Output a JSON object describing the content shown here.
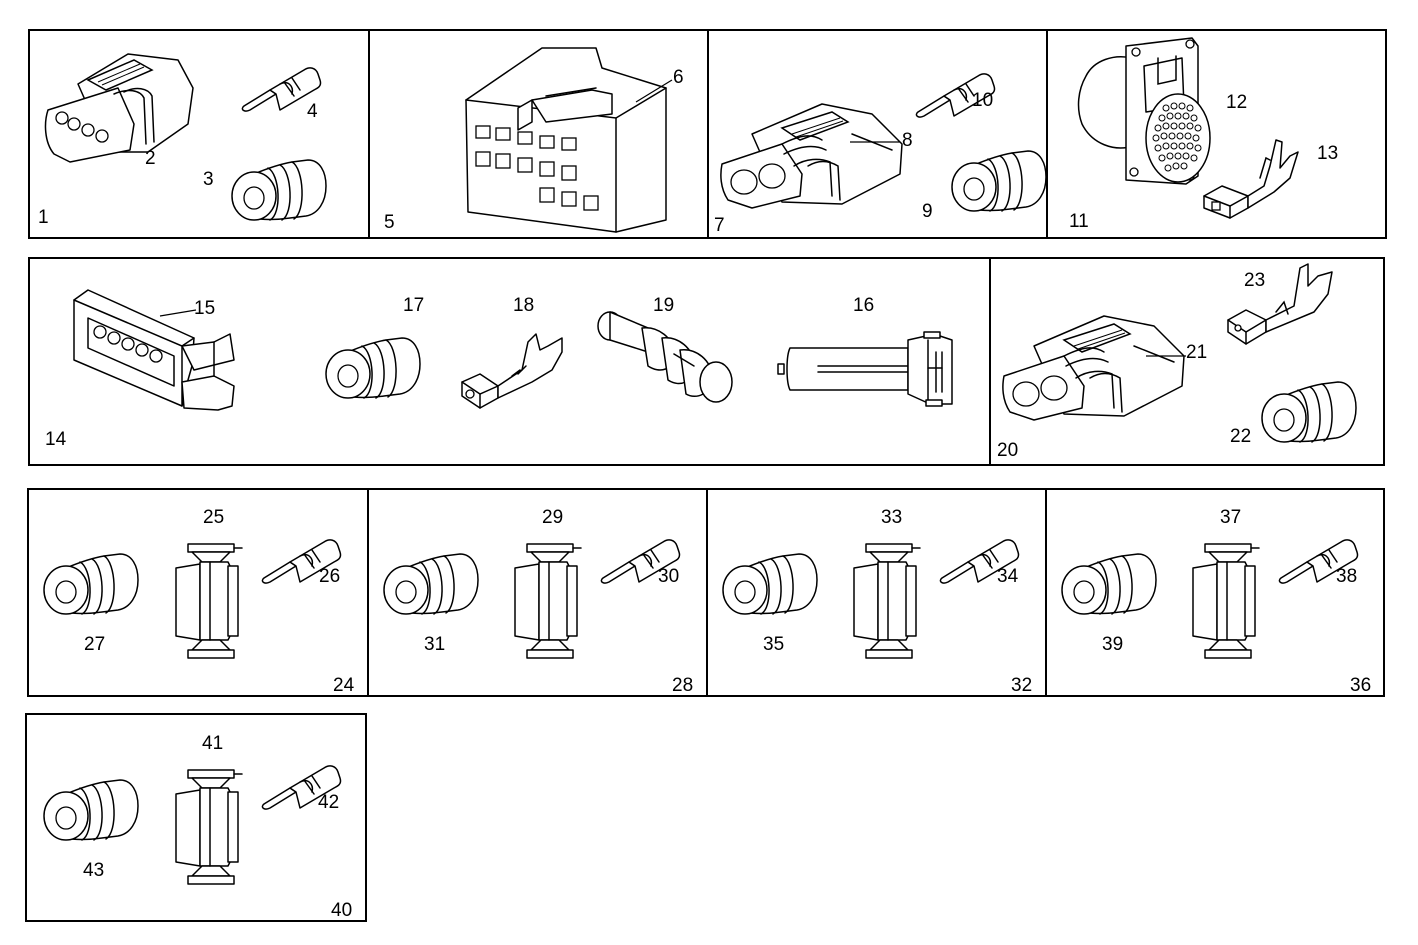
{
  "title": "",
  "callouts": {
    "n1": "1",
    "n2": "2",
    "n3": "3",
    "n4": "4",
    "n5": "5",
    "n6": "6",
    "n7": "7",
    "n8": "8",
    "n9": "9",
    "n10": "10",
    "n11": "11",
    "n12": "12",
    "n13": "13",
    "n14": "14",
    "n15": "15",
    "n16": "16",
    "n17": "17",
    "n18": "18",
    "n19": "19",
    "n20": "20",
    "n21": "21",
    "n22": "22",
    "n23": "23",
    "n24": "24",
    "n25": "25",
    "n26": "26",
    "n27": "27",
    "n28": "28",
    "n29": "29",
    "n30": "30",
    "n31": "31",
    "n32": "32",
    "n33": "33",
    "n34": "34",
    "n35": "35",
    "n36": "36",
    "n37": "37",
    "n38": "38",
    "n39": "39",
    "n40": "40",
    "n41": "41",
    "n42": "42",
    "n43": "43"
  },
  "colors": {
    "line": "#000000",
    "background": "#ffffff"
  }
}
